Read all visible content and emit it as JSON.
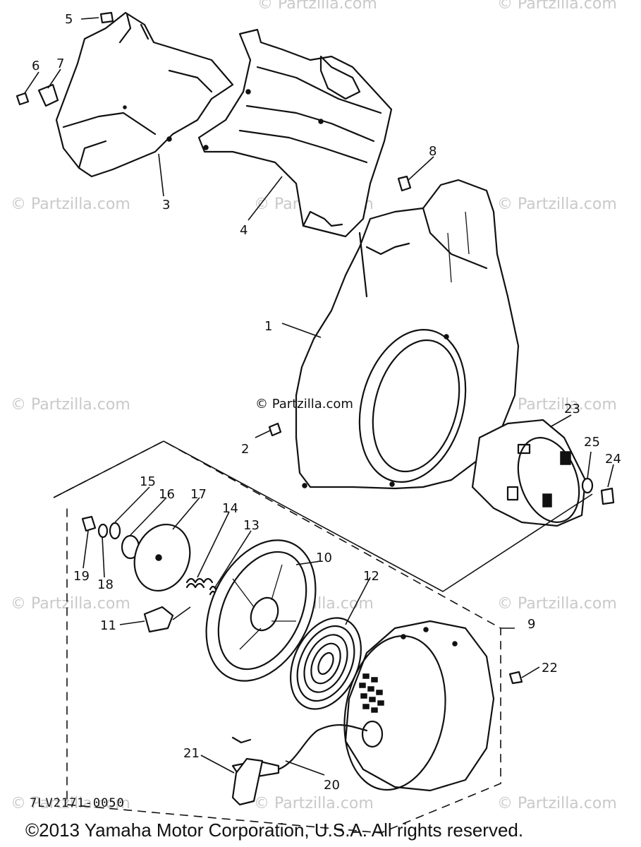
{
  "watermark": "© Partzilla.com",
  "center_watermark": "© Partzilla.com",
  "diagram_code": "7LV2171-0050",
  "copyright": "©2013  Yamaha Motor Corporation, U.S.A. All rights reserved.",
  "callouts": {
    "c1": "1",
    "c2": "2",
    "c3": "3",
    "c4": "4",
    "c5": "5",
    "c6": "6",
    "c7": "7",
    "c8": "8",
    "c9": "9",
    "c10": "10",
    "c11": "11",
    "c12": "12",
    "c13": "13",
    "c14": "14",
    "c15": "15",
    "c16": "16",
    "c17": "17",
    "c18": "18",
    "c19": "19",
    "c20": "20",
    "c21": "21",
    "c22": "22",
    "c23": "23",
    "c24": "24",
    "c25": "25"
  }
}
